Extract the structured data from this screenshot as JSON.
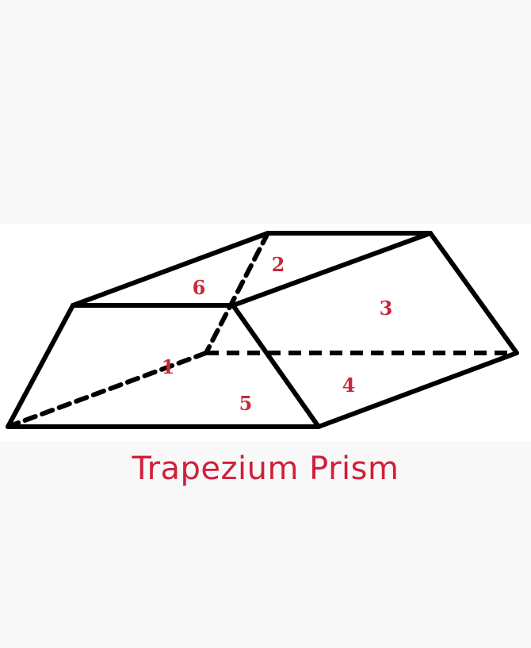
{
  "title": "Trapezium Prism",
  "colors": {
    "edge": "#000000",
    "label": "#c8283a",
    "title": "#d0203a"
  },
  "faces": [
    {
      "id": "6",
      "label": "6"
    },
    {
      "id": "2",
      "label": "2"
    },
    {
      "id": "3",
      "label": "3"
    },
    {
      "id": "1",
      "label": "1"
    },
    {
      "id": "4",
      "label": "4"
    },
    {
      "id": "5",
      "label": "5"
    }
  ]
}
